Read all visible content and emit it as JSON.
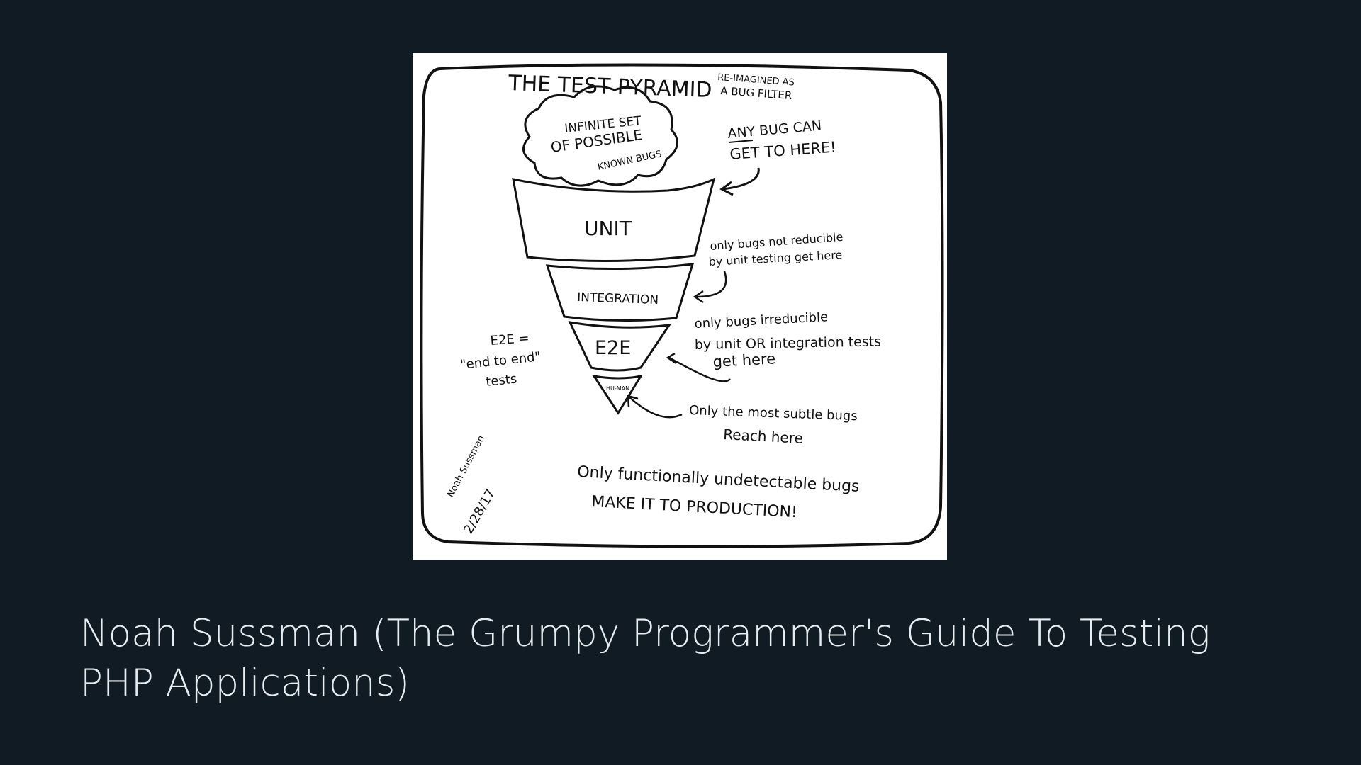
{
  "slide": {
    "caption": "Noah Sussman (The Grumpy Programmer's Guide To Testing PHP Applications)"
  },
  "diagram": {
    "title": "THE TEST PYRAMID",
    "title_note_line1": "RE-IMAGINED AS",
    "title_note_line2": "A BUG FILTER",
    "cloud_line1": "INFINITE SET",
    "cloud_line2": "OF POSSIBLE",
    "cloud_line3": "KNOWN BUGS",
    "note_any_line1": "ANY BUG CAN",
    "note_any_line2": "GET TO HERE!",
    "layers": [
      "UNIT",
      "INTEGRATION",
      "E2E",
      "HU-MAN"
    ],
    "note_unit_line1": "only bugs not reducible",
    "note_unit_line2": "by unit testing get here",
    "note_integration_line1": "only bugs irreducible",
    "note_integration_line2": "by unit OR integration tests",
    "note_integration_line3": "get here",
    "e2e_def_line1": "E2E =",
    "e2e_def_line2": "\"end to end\"",
    "e2e_def_line3": "tests",
    "note_human_line1": "Only the most subtle bugs",
    "note_human_line2": "Reach here",
    "bottom_line1": "Only functionally undetectable bugs",
    "bottom_line2": "MAKE IT TO PRODUCTION!",
    "signature_name": "Noah Sussman",
    "signature_date": "2/28/17"
  }
}
